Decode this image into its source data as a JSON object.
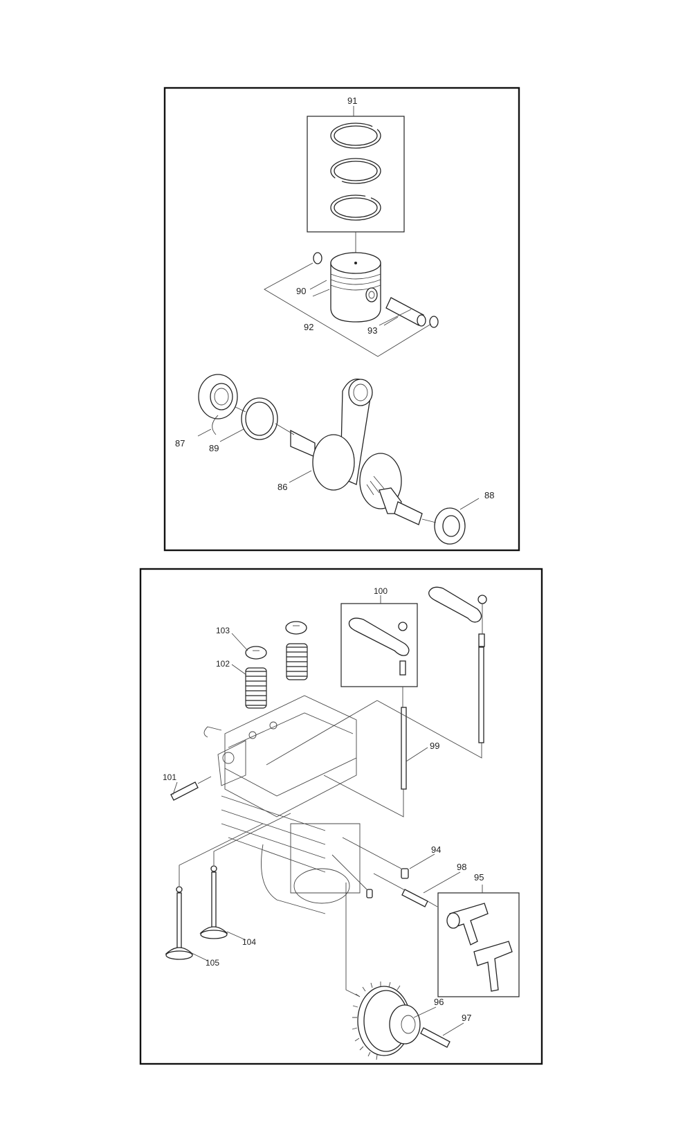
{
  "panels": [
    {
      "id": "crank-piston",
      "callouts": [
        {
          "id": "91",
          "label": "91"
        },
        {
          "id": "90",
          "label": "90"
        },
        {
          "id": "92",
          "label": "92"
        },
        {
          "id": "93",
          "label": "93"
        },
        {
          "id": "87",
          "label": "87"
        },
        {
          "id": "89",
          "label": "89"
        },
        {
          "id": "86",
          "label": "86"
        },
        {
          "id": "88",
          "label": "88"
        }
      ]
    },
    {
      "id": "cylinder-head",
      "callouts": [
        {
          "id": "100",
          "label": "100"
        },
        {
          "id": "103",
          "label": "103"
        },
        {
          "id": "102",
          "label": "102"
        },
        {
          "id": "99",
          "label": "99"
        },
        {
          "id": "101",
          "label": "101"
        },
        {
          "id": "94",
          "label": "94"
        },
        {
          "id": "98",
          "label": "98"
        },
        {
          "id": "95",
          "label": "95"
        },
        {
          "id": "104",
          "label": "104"
        },
        {
          "id": "105",
          "label": "105"
        },
        {
          "id": "96",
          "label": "96"
        },
        {
          "id": "97",
          "label": "97"
        }
      ]
    }
  ]
}
